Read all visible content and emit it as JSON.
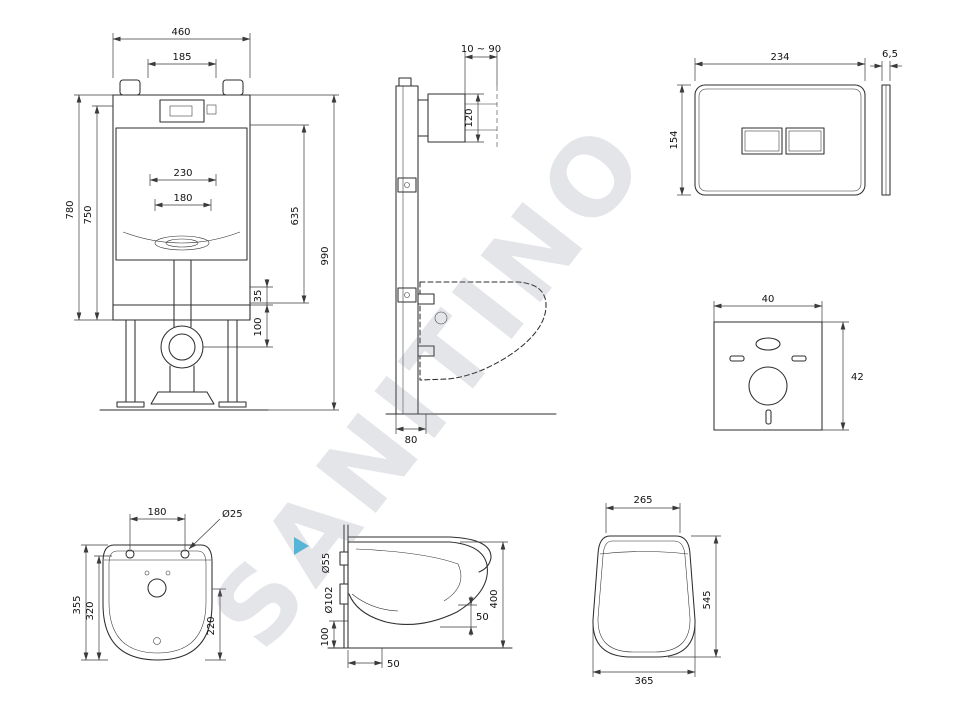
{
  "watermark": {
    "text": "SANITINO"
  },
  "views": {
    "cistern_front": {
      "dims": {
        "width_outer": "460",
        "width_top_inner": "185",
        "height_outer": "780",
        "height_inner": "750",
        "tank_width": "230",
        "tank_width_inner": "180",
        "height_right": "635",
        "height_total": "990",
        "offset_small": "35",
        "offset_bottom": "100"
      }
    },
    "cistern_side": {
      "dims": {
        "wall_adjust": "10 ~ 90",
        "cistern_depth_top": "120",
        "frame_depth": "80"
      }
    },
    "flush_plate": {
      "dims": {
        "width": "234",
        "height": "154",
        "thickness": "6,5"
      }
    },
    "insulation_pad": {
      "dims": {
        "width": "40",
        "height": "42"
      }
    },
    "bowl_top": {
      "dims": {
        "hole_spacing": "180",
        "hole_diameter": "Ø25",
        "length_outer": "355",
        "length_inner": "320",
        "width_rear": "220"
      }
    },
    "bowl_side": {
      "dims": {
        "inlet_diameter": "Ø55",
        "outlet_diameter": "Ø102",
        "rim_height": "400",
        "front_offset": "50",
        "outlet_height": "100",
        "bottom_offset": "50"
      }
    },
    "seat_top": {
      "dims": {
        "width_top": "265",
        "length": "545",
        "width_bottom": "365"
      }
    }
  }
}
